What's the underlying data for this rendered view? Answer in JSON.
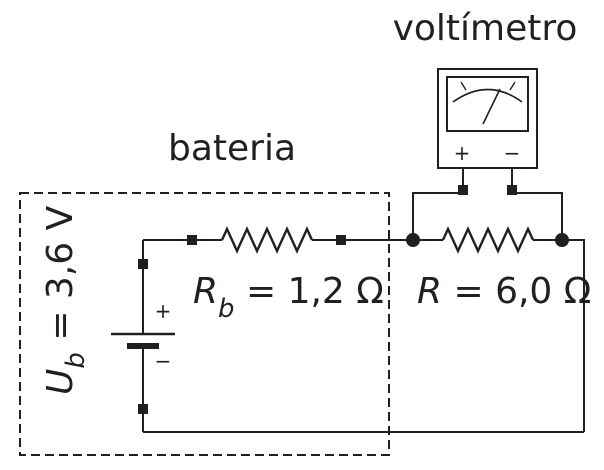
{
  "labels": {
    "voltmeter": "voltímetro",
    "battery": "bateria",
    "battery_voltage": {
      "symbol": "U",
      "subscript": "b",
      "rest": " = 3,6 V"
    },
    "internal_resistance": {
      "symbol": "R",
      "subscript": "b",
      "rest": " = 1,2 Ω"
    },
    "external_resistance": {
      "symbol": "R",
      "rest": " = 6,0 Ω"
    }
  },
  "battery_terminals": {
    "positive": "+",
    "negative": "−"
  },
  "voltmeter_terminals": {
    "positive": "+",
    "negative": "−"
  },
  "icons": [
    "resistor-icon",
    "battery-cell-icon",
    "voltmeter-icon",
    "junction-dot-icon"
  ],
  "colors": {
    "ink": "#231f20",
    "background": "#ffffff"
  }
}
